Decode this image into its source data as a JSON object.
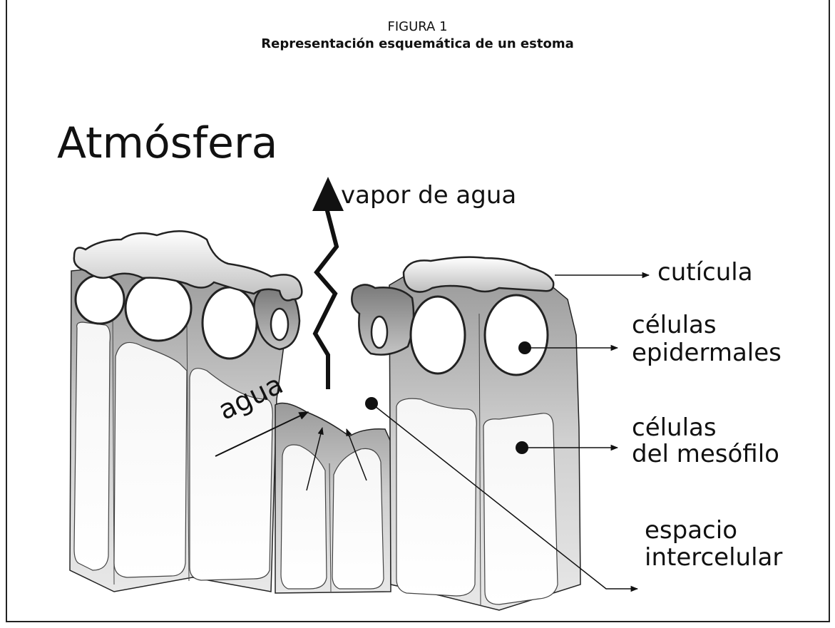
{
  "figure": {
    "number": "FIGURA 1",
    "title": "Representación esquemática de un estoma"
  },
  "labels": {
    "atmosphere": "Atmósfera",
    "water_vapor": "vapor de agua",
    "water": "agua",
    "cuticle": "cutícula",
    "epidermal_line1": "células",
    "epidermal_line2": "epidermales",
    "mesophyll_line1": "células",
    "mesophyll_line2": "del mesófilo",
    "intercellular_line1": "espacio",
    "intercellular_line2": "intercelular"
  }
}
